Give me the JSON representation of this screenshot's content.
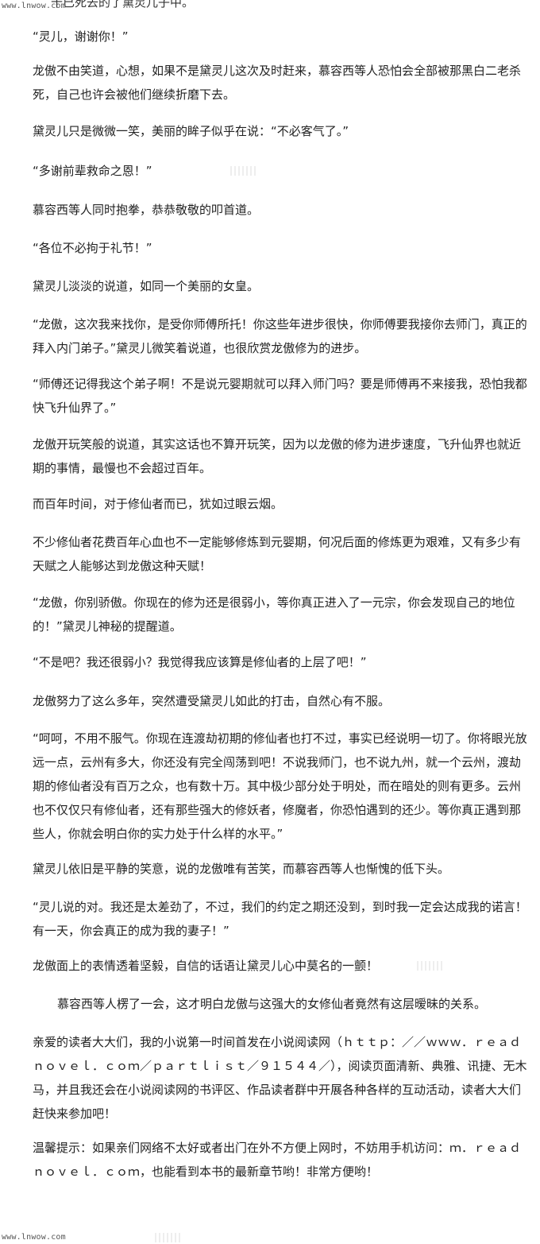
{
  "watermark": {
    "top": "www.lnwow.com",
    "bottom": "www.lnwow.com"
  },
  "cut_line": "十已死去的了黛灵儿子中。",
  "paragraphs": [
    "“灵儿，谢谢你！”",
    "龙傲不由笑道，心想，如果不是黛灵儿这次及时赶来，慕容西等人恐怕会全部被那黑白二老杀死，自己也许会被他们继续折磨下去。",
    "黛灵儿只是微微一笑，美丽的眸子似乎在说：“不必客气了。”",
    "“多谢前辈救命之恩！”",
    "慕容西等人同时抱拳，恭恭敬敬的叩首道。",
    "“各位不必拘于礼节！”",
    "黛灵儿淡淡的说道，如同一个美丽的女皇。",
    "“龙傲，这次我来找你，是受你师傅所托！你这些年进步很快，你师傅要我接你去师门，真正的拜入内门弟子。”黛灵儿微笑着说道，也很欣赏龙傲修为的进步。",
    "“师傅还记得我这个弟子啊！不是说元婴期就可以拜入师门吗？要是师傅再不来接我，恐怕我都快飞升仙界了。”",
    "龙傲开玩笑般的说道，其实这话也不算开玩笑，因为以龙傲的修为进步速度，飞升仙界也就近期的事情，最慢也不会超过百年。",
    "而百年时间，对于修仙者而已，犹如过眼云烟。",
    "不少修仙者花费百年心血也不一定能够修炼到元婴期，何况后面的修炼更为艰难，又有多少有天赋之人能够达到龙傲这种天赋！",
    "“龙傲，你别骄傲。你现在的修为还是很弱小，等你真正进入了一元宗，你会发现自己的地位的！”黛灵儿神秘的提醒道。",
    "“不是吧？我还很弱小？我觉得我应该算是修仙者的上层了吧！”",
    "龙傲努力了这么多年，突然遭受黛灵儿如此的打击，自然心有不服。",
    "“呵呵，不用不服气。你现在连渡劫初期的修仙者也打不过，事实已经说明一切了。你将眼光放远一点，云州有多大，你还没有完全闯荡到吧！不说我师门，也不说九州，就一个云州，渡劫期的修仙者没有百万之众，也有数十万。其中极少部分处于明处，而在暗处的则有更多。云州也不仅仅只有修仙者，还有那些强大的修妖者，修魔者，你恐怕遇到的还少。等你真正遇到那些人，你就会明白你的实力处于什么样的水平。”",
    "黛灵儿依旧是平静的笑意，说的龙傲唯有苦笑，而慕容西等人也惭愧的低下头。",
    "“灵儿说的对。我还是太差劲了，不过，我们的约定之期还没到，到时我一定会达成我的诺言！有一天，你会真正的成为我的妻子！”",
    "龙傲面上的表情透着坚毅，自信的话语让黛灵儿心中莫名的一颤！",
    "慕容西等人楞了一会，这才明白龙傲与这强大的女修仙者竟然有这层暧昧的关系。",
    "亲爱的读者大大们，我的小说第一时间首发在小说阅读网（ｈｔｔｐ：／／ｗｗｗ．ｒｅａｄｎｏｖｅｌ．ｃｏｍ／ｐａｒｔｌｉｓｔ／９１５４４／），阅读页面清新、典雅、讯捷、无木马，并且我还会在小说阅读网的书评区、作品读者群中开展各种各样的互动活动，读者大大们赶快来参加吧！",
    "温馨提示：如果亲们网络不太好或者出门在外不方便上网时，不妨用手机访问：ｍ．ｒｅａｄｎｏｖｅｌ．ｃｏｍ，也能看到本书的最新章节哟！非常方便哟！"
  ]
}
